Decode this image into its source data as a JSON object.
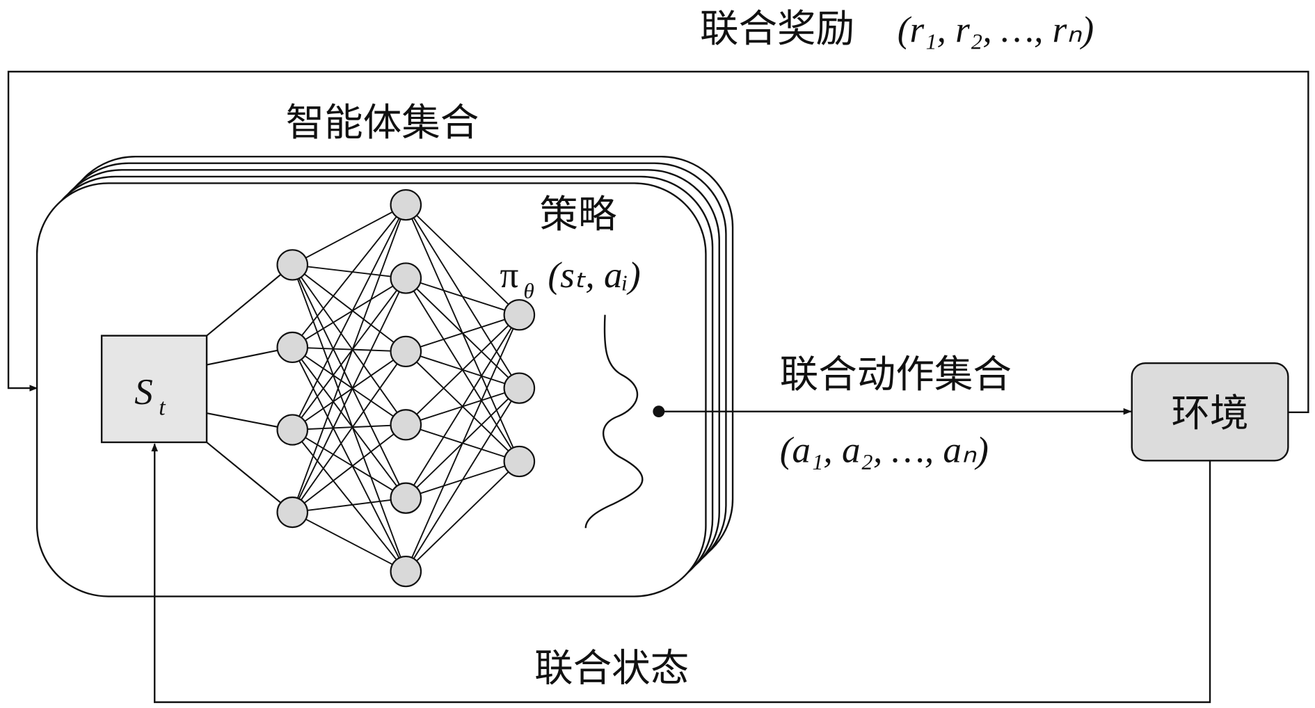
{
  "labels": {
    "reward": "联合奖励",
    "reward_math": "(r₁, r₂, …, rₙ)",
    "agents": "智能体集合",
    "policy": "策略",
    "policy_math": "π",
    "policy_sub": "θ",
    "policy_args": "(sₜ, aᵢ)",
    "state_main": "S",
    "state_sub": "t",
    "actions": "联合动作集合",
    "actions_math": "(a₁, a₂, …, aₙ)",
    "environment": "环境",
    "joint_state": "联合状态"
  },
  "network": {
    "layers": [
      4,
      6,
      3
    ]
  },
  "colors": {
    "node_fill": "#d9d9d9",
    "state_fill": "#e6e6e6",
    "env_fill": "#dcdcdc",
    "stroke": "#111111"
  }
}
